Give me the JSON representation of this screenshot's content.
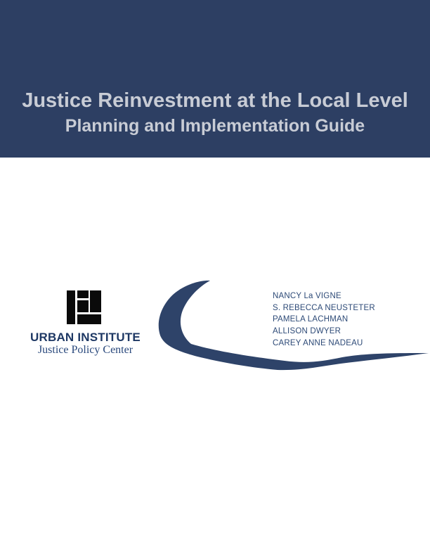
{
  "banner": {
    "title": "Justice Reinvestment at the Local Level",
    "subtitle": "Planning and Implementation Guide",
    "background_color": "#2d3f63",
    "text_color": "#c8ccd5"
  },
  "publisher": {
    "logo_icon": "urban-institute-logo",
    "logo_color": "#0a0a0a",
    "org_name": "URBAN INSTITUTE",
    "org_color": "#1e3864",
    "center_name": "Justice Policy Center",
    "center_color": "#29487c"
  },
  "authors": {
    "names": [
      "NANCY La VIGNE",
      "S. REBECCA NEUSTETER",
      "PAMELA LACHMAN",
      "ALLISON DWYER",
      "CAREY ANNE NADEAU"
    ],
    "text_color": "#2d4a77"
  },
  "swoosh": {
    "icon": "crescent-swoosh",
    "color": "#2e4369"
  }
}
